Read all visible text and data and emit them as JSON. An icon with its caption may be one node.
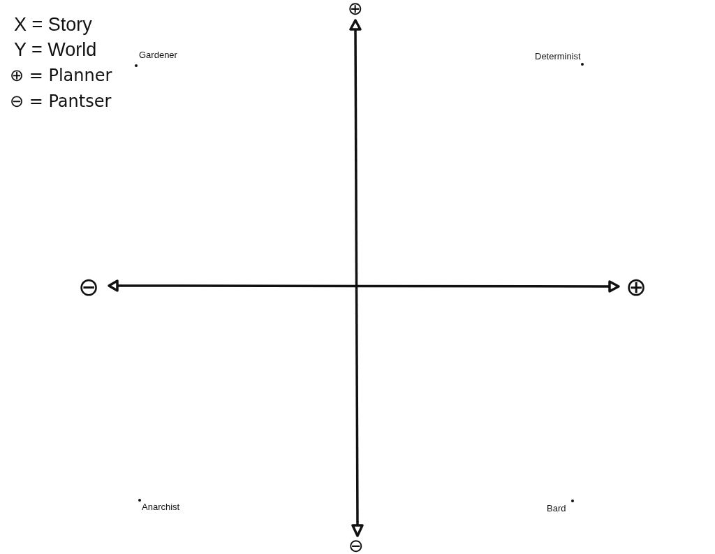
{
  "diagram": {
    "labels": [
      "X = Story",
      "Y = World",
      "⊕ = Planner",
      "⊖ = Pantser",
      "⊕",
      "Gardener",
      "Determinist",
      "⊖",
      "⊕",
      "Anarchist",
      "Bard",
      "⊖"
    ]
  }
}
